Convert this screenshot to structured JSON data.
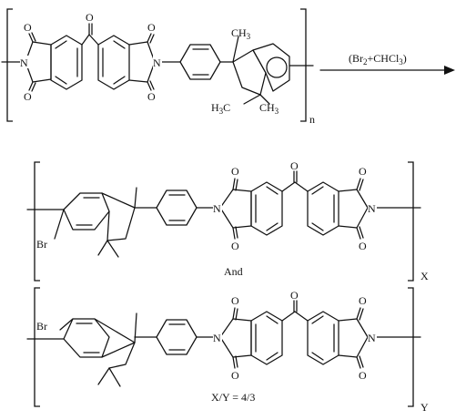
{
  "atoms": {
    "O": "O",
    "N": "N",
    "Br": "Br",
    "CH3": "CH",
    "H3C": "H",
    "H3C_tail": "C",
    "three": "3"
  },
  "reaction": {
    "reagent_open": "(Br",
    "reagent_sub1": "2",
    "reagent_mid": "+CHCl",
    "reagent_sub2": "3",
    "reagent_close": ")"
  },
  "subscripts": {
    "repeat": "n",
    "unit_x": "X",
    "unit_y": "Y"
  },
  "connector": "And",
  "ratio": "X/Y = 4/3"
}
